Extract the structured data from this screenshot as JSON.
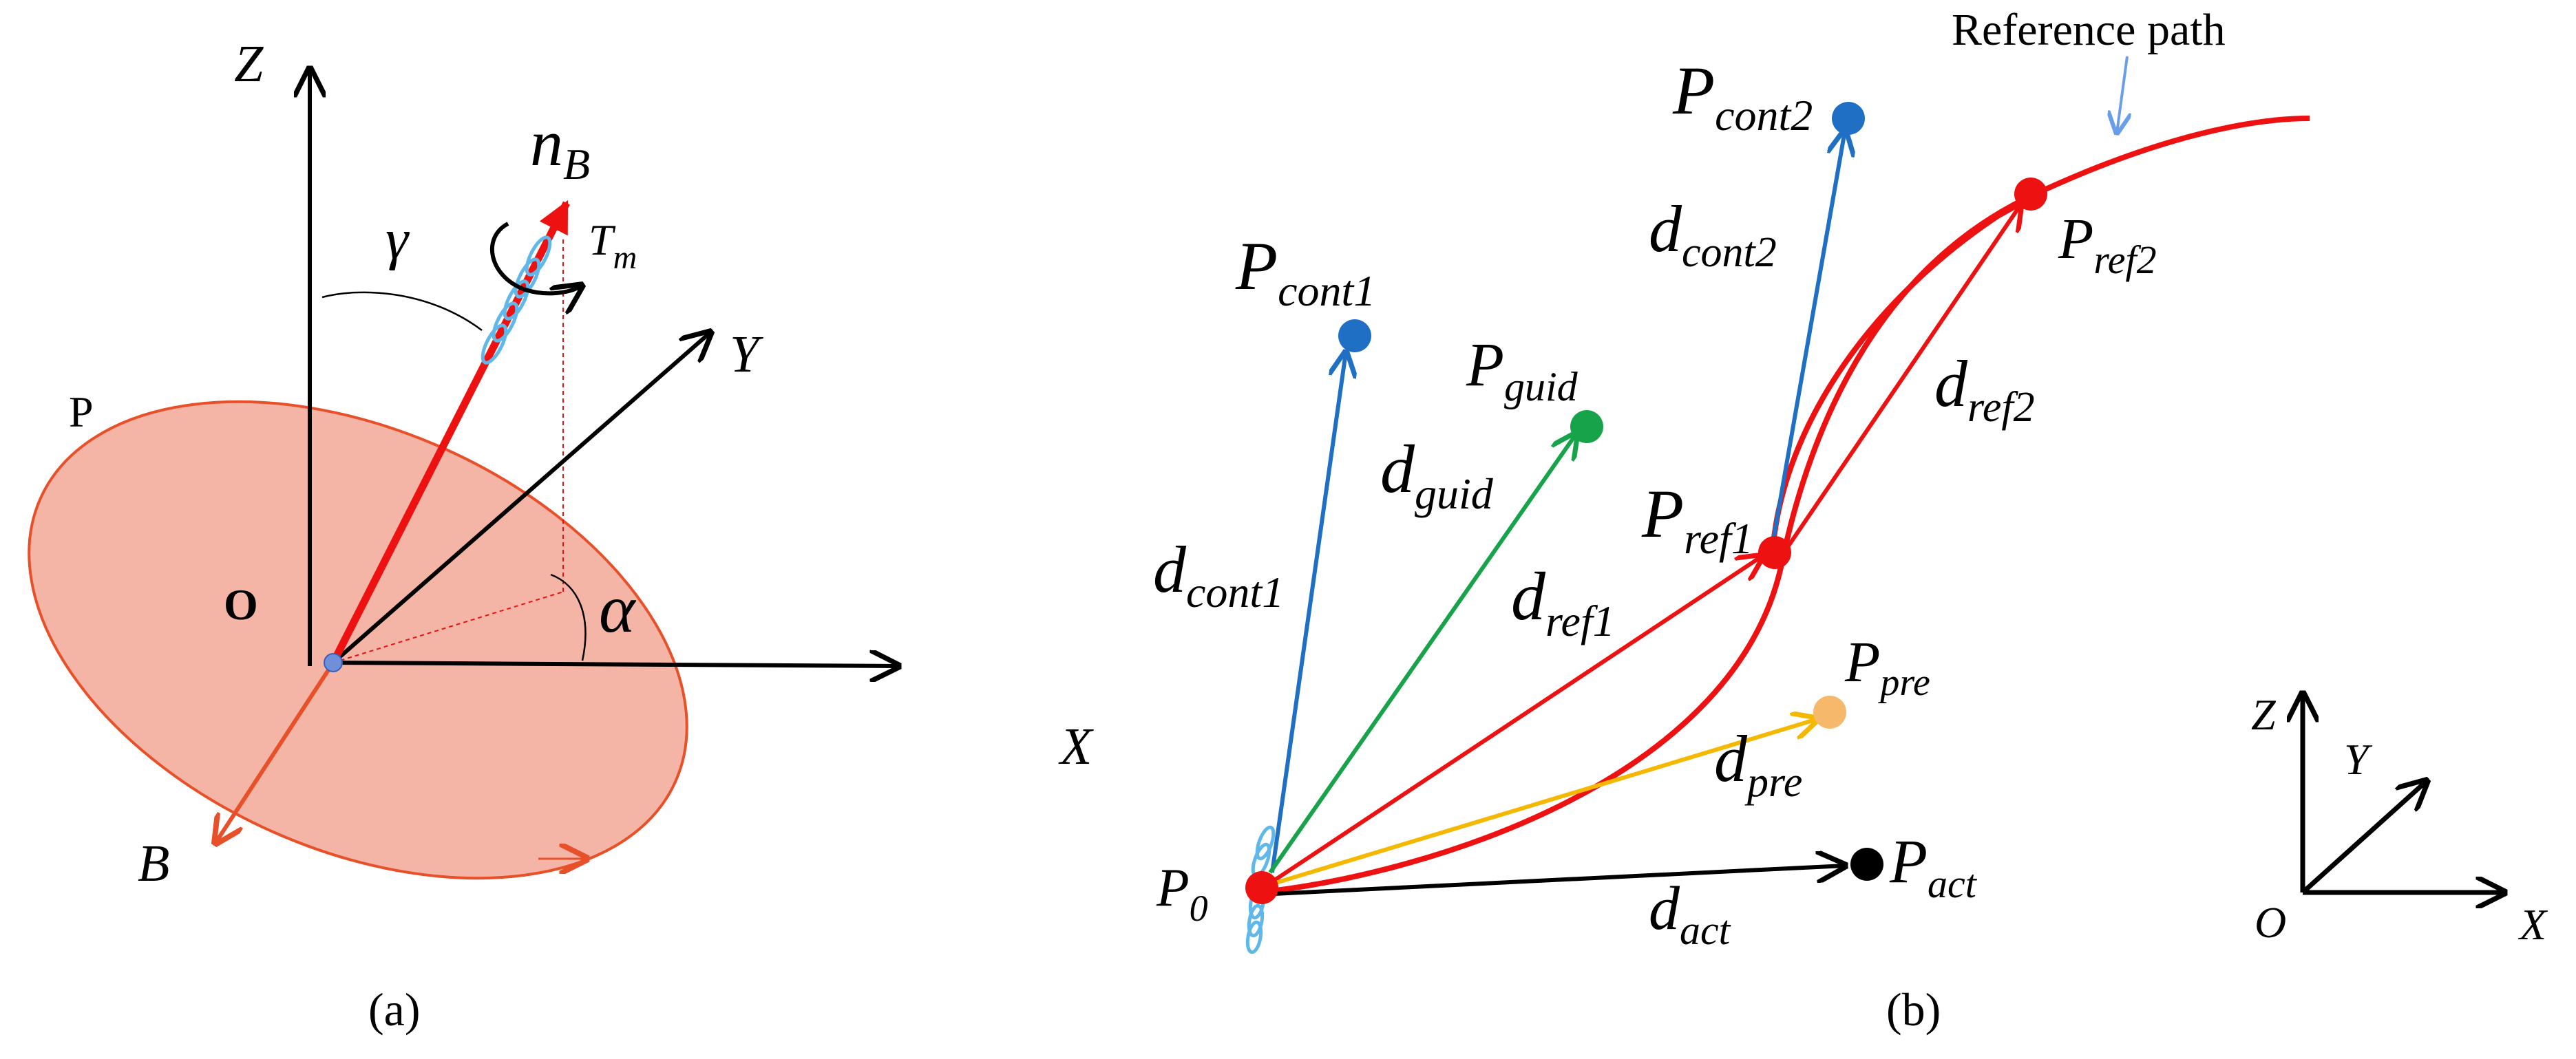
{
  "panel_a": {
    "caption": "(a)",
    "axis_z": "Z",
    "axis_y": "Y",
    "axis_b": "B",
    "plane_label": "P",
    "origin_label": "O",
    "normal_base": "n",
    "normal_sub": "B",
    "torque_base": "T",
    "torque_sub": "m",
    "angle_gamma": "γ",
    "angle_alpha": "α"
  },
  "panel_b": {
    "caption": "(b)",
    "reference_path_label": "Reference path",
    "left_axis_label": "X",
    "points": {
      "p0": {
        "base": "P",
        "sub": "0"
      },
      "cont1": {
        "base": "P",
        "sub": "cont1"
      },
      "cont2": {
        "base": "P",
        "sub": "cont2"
      },
      "guid": {
        "base": "P",
        "sub": "guid"
      },
      "ref1": {
        "base": "P",
        "sub": "ref1"
      },
      "ref2": {
        "base": "P",
        "sub": "ref2"
      },
      "pre": {
        "base": "P",
        "sub": "pre"
      },
      "act": {
        "base": "P",
        "sub": "act"
      }
    },
    "vectors": {
      "cont1": {
        "base": "d",
        "sub": "cont1"
      },
      "cont2": {
        "base": "d",
        "sub": "cont2"
      },
      "guid": {
        "base": "d",
        "sub": "guid"
      },
      "ref1": {
        "base": "d",
        "sub": "ref1"
      },
      "ref2": {
        "base": "d",
        "sub": "ref2"
      },
      "pre": {
        "base": "d",
        "sub": "pre"
      },
      "act": {
        "base": "d",
        "sub": "act"
      }
    },
    "frame": {
      "z": "Z",
      "y": "Y",
      "x": "X",
      "o": "O"
    }
  },
  "colors": {
    "red": "#ee1111",
    "blue": "#1f6fc4",
    "green": "#16a34a",
    "yellow": "#f5b800",
    "orange": "#f6b86a",
    "black": "#000000",
    "plane_fill": "#f4b5a6",
    "plane_stroke": "#e8502a",
    "spring": "#7ec8f0",
    "callout_arrow": "#6a9ee8"
  }
}
